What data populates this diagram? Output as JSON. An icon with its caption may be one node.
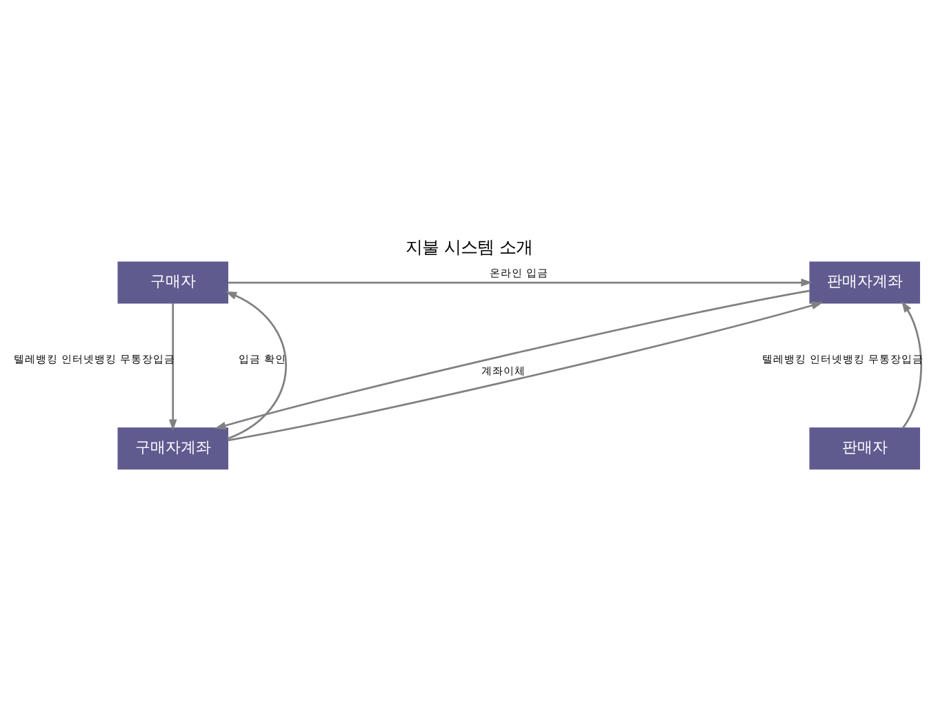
{
  "diagram": {
    "title": "지불 시스템 소개",
    "nodes": [
      {
        "text": [
          "구매자"
        ]
      },
      {
        "text": [
          "판매자계좌"
        ]
      },
      {
        "text": [
          "구매자계좌"
        ]
      },
      {
        "text": [
          "판매자"
        ]
      }
    ],
    "edges": [
      {
        "from": 0,
        "to": 1,
        "arrow": "to",
        "label": "온라인 입금"
      },
      {
        "from": 0,
        "to": 2,
        "arrow": "to",
        "label": "텔레뱅킹 인터넷뱅킹 무통장입금"
      },
      {
        "from": 2,
        "to": 0,
        "arrow": "to",
        "label": "입금 확인"
      },
      {
        "from": 1,
        "to": 2,
        "arrow": "to"
      },
      {
        "from": 2,
        "to": 1,
        "arrow": "to",
        "label": "계좌이체"
      },
      {
        "from": 3,
        "to": 1,
        "arrow": "to",
        "label": "텔레뱅킹 인터넷뱅킹 무통장입금"
      }
    ]
  }
}
